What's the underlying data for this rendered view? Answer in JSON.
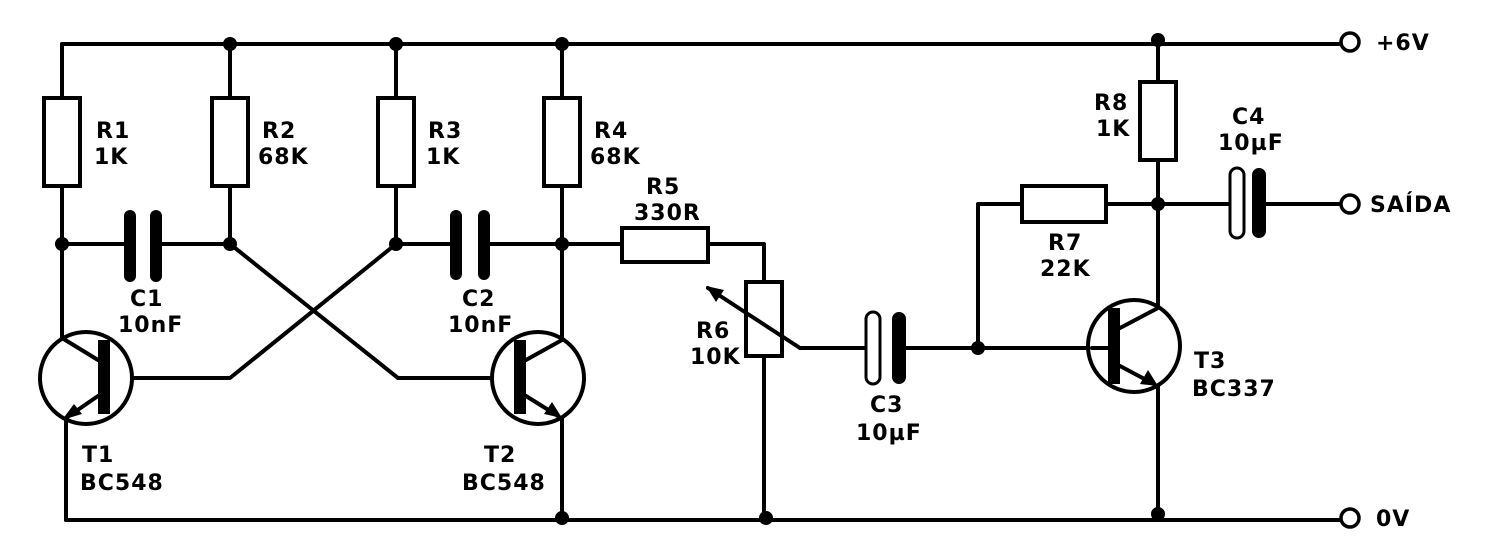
{
  "components": {
    "r1": {
      "name": "R1",
      "value": "1K"
    },
    "r2": {
      "name": "R2",
      "value": "68K"
    },
    "r3": {
      "name": "R3",
      "value": "1K"
    },
    "r4": {
      "name": "R4",
      "value": "68K"
    },
    "r5": {
      "name": "R5",
      "value": "330R"
    },
    "r6": {
      "name": "R6",
      "value": "10K"
    },
    "r7": {
      "name": "R7",
      "value": "22K"
    },
    "r8": {
      "name": "R8",
      "value": "1K"
    },
    "c1": {
      "name": "C1",
      "value": "10nF"
    },
    "c2": {
      "name": "C2",
      "value": "10nF"
    },
    "c3": {
      "name": "C3",
      "value": "10µF"
    },
    "c4": {
      "name": "C4",
      "value": "10µF"
    },
    "t1": {
      "name": "T1",
      "value": "BC548"
    },
    "t2": {
      "name": "T2",
      "value": "BC548"
    },
    "t3": {
      "name": "T3",
      "value": "BC337"
    }
  },
  "terminals": {
    "vcc": "+6V",
    "out": "SAÍDA",
    "gnd": "0V"
  }
}
